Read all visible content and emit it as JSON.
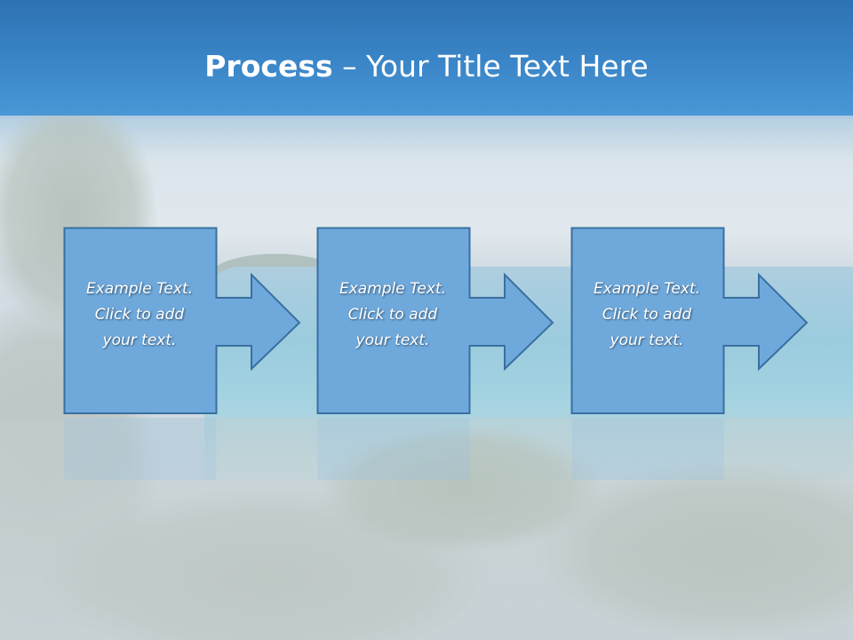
{
  "slide": {
    "title_bold": "Process",
    "title_rest": " – Your Title Text Here"
  },
  "steps": [
    {
      "text": "Example Text.\nClick  to add\nyour text."
    },
    {
      "text": "Example Text.\nClick  to add\nyour text."
    },
    {
      "text": "Example Text.\nClick  to add\nyour text."
    }
  ],
  "colors": {
    "title_bar": "#3a86c8",
    "box_fill": "#6fa9dc",
    "box_stroke": "#3a6fa0",
    "title_text": "#ffffff"
  }
}
